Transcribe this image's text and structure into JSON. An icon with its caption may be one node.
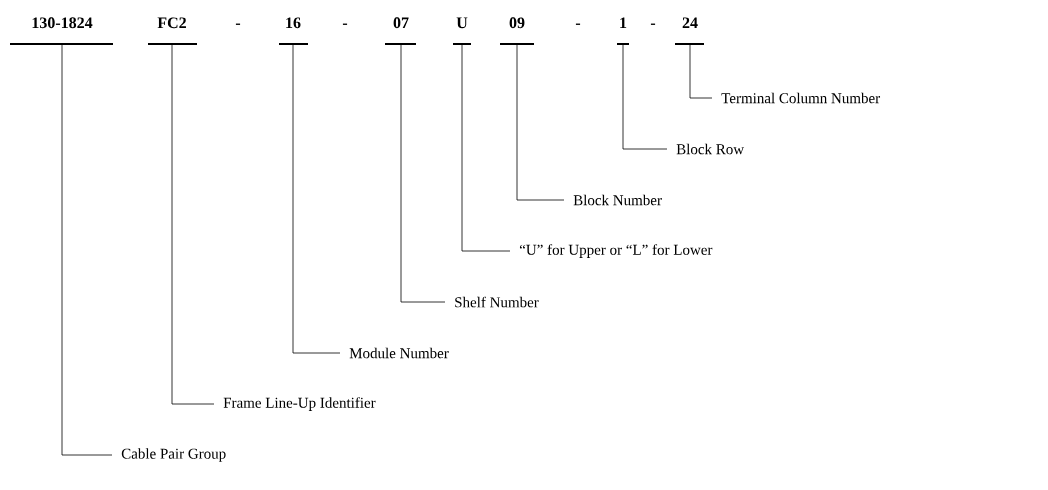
{
  "diagram": {
    "nodes": [
      {
        "text": [
          "130-1824"
        ]
      },
      {
        "text": [
          "FC2"
        ]
      },
      {
        "text": [
          "16"
        ]
      },
      {
        "text": [
          "07"
        ]
      },
      {
        "text": [
          "U"
        ]
      },
      {
        "text": [
          "09"
        ]
      },
      {
        "text": [
          "1"
        ]
      },
      {
        "text": [
          "24"
        ]
      },
      {
        "text": [
          "Terminal Column Number"
        ]
      },
      {
        "text": [
          "Block Row"
        ]
      },
      {
        "text": [
          "Block Number"
        ]
      },
      {
        "text": [
          "“U” for Upper or “L” for Lower"
        ]
      },
      {
        "text": [
          "Shelf Number"
        ]
      },
      {
        "text": [
          "Module Number"
        ]
      },
      {
        "text": [
          "Frame Line-Up Identifier"
        ]
      },
      {
        "text": [
          "Cable Pair Group"
        ]
      }
    ],
    "edges": [
      {
        "from": 0,
        "to": 15,
        "arrow": "none"
      },
      {
        "from": 1,
        "to": 14,
        "arrow": "none"
      },
      {
        "from": 2,
        "to": 13,
        "arrow": "none"
      },
      {
        "from": 3,
        "to": 12,
        "arrow": "none"
      },
      {
        "from": 4,
        "to": 11,
        "arrow": "none"
      },
      {
        "from": 5,
        "to": 10,
        "arrow": "none"
      },
      {
        "from": 6,
        "to": 9,
        "arrow": "none"
      },
      {
        "from": 7,
        "to": 8,
        "arrow": "none"
      }
    ],
    "labels": [
      "-",
      "-",
      "-",
      "-"
    ]
  }
}
